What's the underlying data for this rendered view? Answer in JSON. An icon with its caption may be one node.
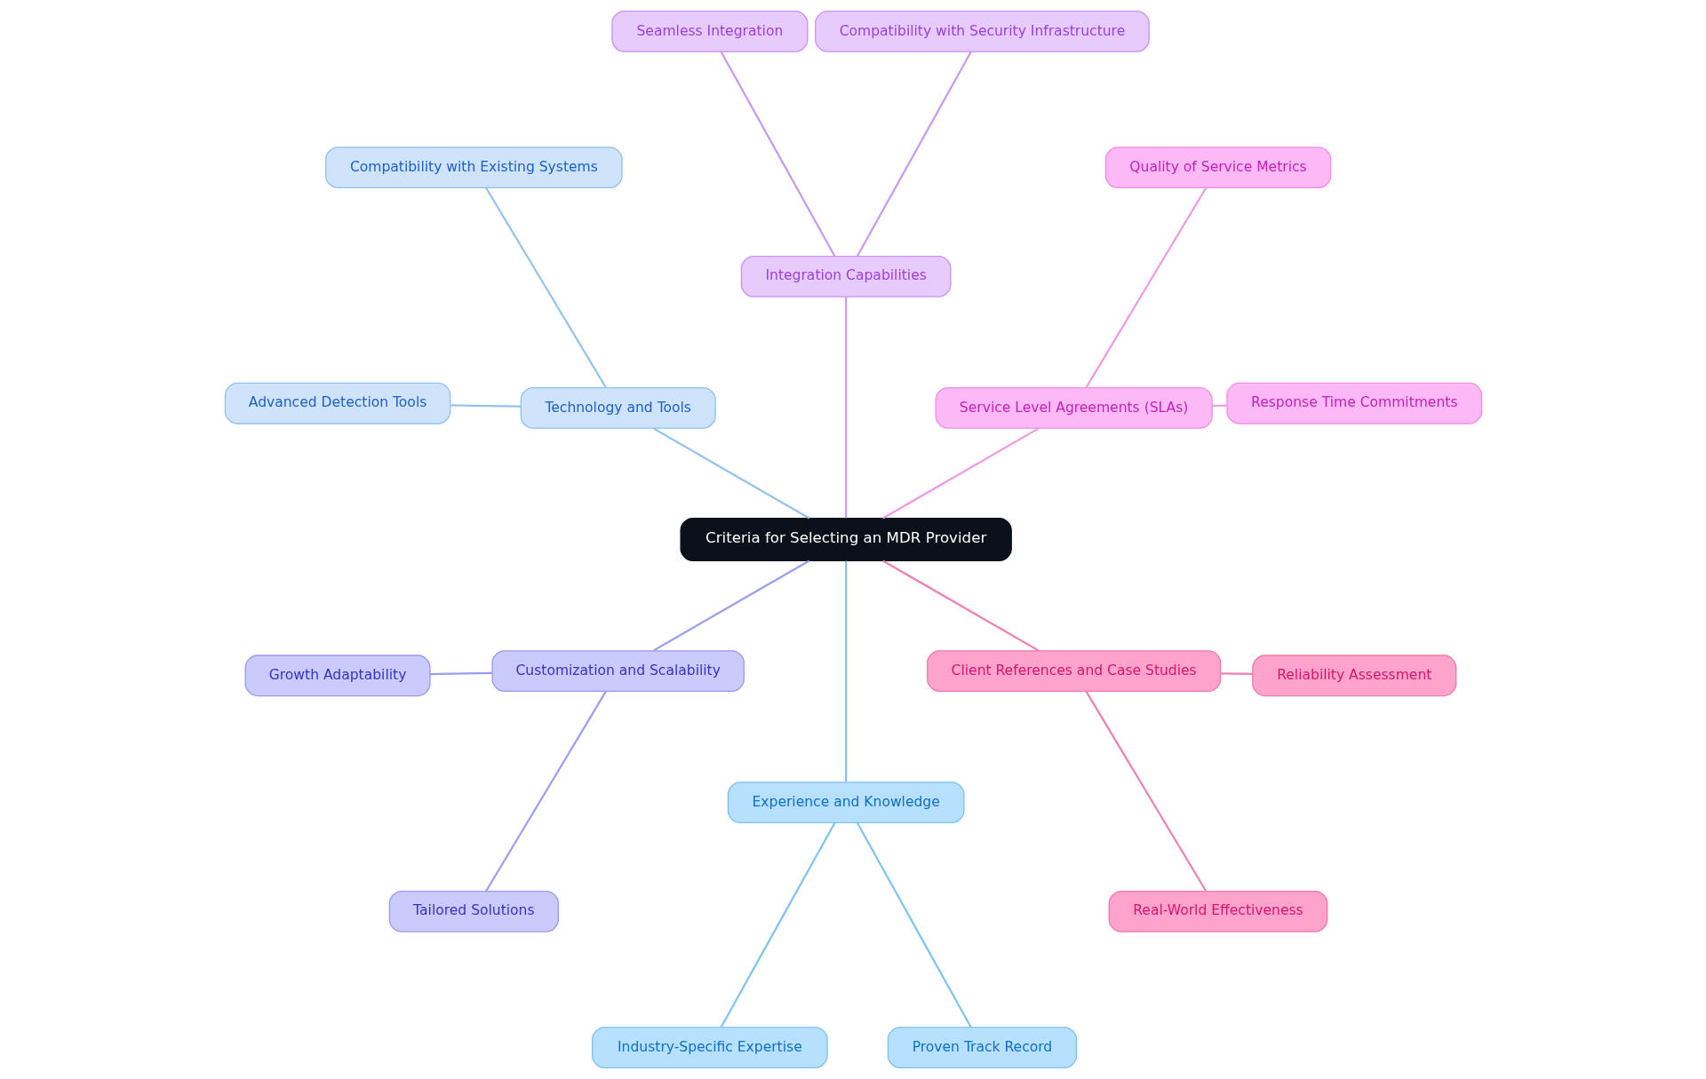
{
  "diagram": {
    "nodes": [
      {
        "text": [
          "Criteria for Selecting an MDR Provider"
        ]
      },
      {
        "text": [
          "Technology and Tools"
        ]
      },
      {
        "text": [
          "Compatibility with Existing Systems"
        ]
      },
      {
        "text": [
          "Advanced Detection Tools"
        ]
      },
      {
        "text": [
          "Integration Capabilities"
        ]
      },
      {
        "text": [
          "Seamless Integration"
        ]
      },
      {
        "text": [
          "Compatibility with Security Infrastructure"
        ]
      },
      {
        "text": [
          "Service Level Agreements (SLAs)"
        ]
      },
      {
        "text": [
          "Quality of Service Metrics"
        ]
      },
      {
        "text": [
          "Response Time Commitments"
        ]
      },
      {
        "text": [
          "Client References and Case Studies"
        ]
      },
      {
        "text": [
          "Reliability Assessment"
        ]
      },
      {
        "text": [
          "Real-World Effectiveness"
        ]
      },
      {
        "text": [
          "Experience and Knowledge"
        ]
      },
      {
        "text": [
          "Industry-Specific Expertise"
        ]
      },
      {
        "text": [
          "Proven Track Record"
        ]
      },
      {
        "text": [
          "Customization and Scalability"
        ]
      },
      {
        "text": [
          "Growth Adaptability"
        ]
      },
      {
        "text": [
          "Tailored Solutions"
        ]
      }
    ],
    "edges": [
      {
        "from": 0,
        "to": 7,
        "arrow": "none",
        "color": "#f099e6"
      },
      {
        "from": 7,
        "to": 9,
        "arrow": "none",
        "color": "#f099e6"
      },
      {
        "from": 7,
        "to": 8,
        "arrow": "none",
        "color": "#f099e6"
      },
      {
        "from": 0,
        "to": 4,
        "arrow": "none",
        "color": "#c99af0"
      },
      {
        "from": 4,
        "to": 6,
        "arrow": "none",
        "color": "#c99af0"
      },
      {
        "from": 4,
        "to": 5,
        "arrow": "none",
        "color": "#c99af0"
      },
      {
        "from": 0,
        "to": 1,
        "arrow": "none",
        "color": "#94c3ef"
      },
      {
        "from": 1,
        "to": 2,
        "arrow": "none",
        "color": "#94c3ef"
      },
      {
        "from": 1,
        "to": 3,
        "arrow": "none",
        "color": "#94c3ef"
      },
      {
        "from": 0,
        "to": 16,
        "arrow": "none",
        "color": "#9a9ef0"
      },
      {
        "from": 16,
        "to": 17,
        "arrow": "none",
        "color": "#9a9ef0"
      },
      {
        "from": 16,
        "to": 18,
        "arrow": "none",
        "color": "#9a9ef0"
      },
      {
        "from": 0,
        "to": 13,
        "arrow": "none",
        "color": "#7ec4f0"
      },
      {
        "from": 13,
        "to": 14,
        "arrow": "none",
        "color": "#7ec4f0"
      },
      {
        "from": 13,
        "to": 15,
        "arrow": "none",
        "color": "#7ec4f0"
      },
      {
        "from": 0,
        "to": 10,
        "arrow": "none",
        "color": "#ee7fb0"
      },
      {
        "from": 10,
        "to": 12,
        "arrow": "none",
        "color": "#ee7fb0"
      },
      {
        "from": 10,
        "to": 11,
        "arrow": "none",
        "color": "#ee7fb0"
      }
    ]
  }
}
